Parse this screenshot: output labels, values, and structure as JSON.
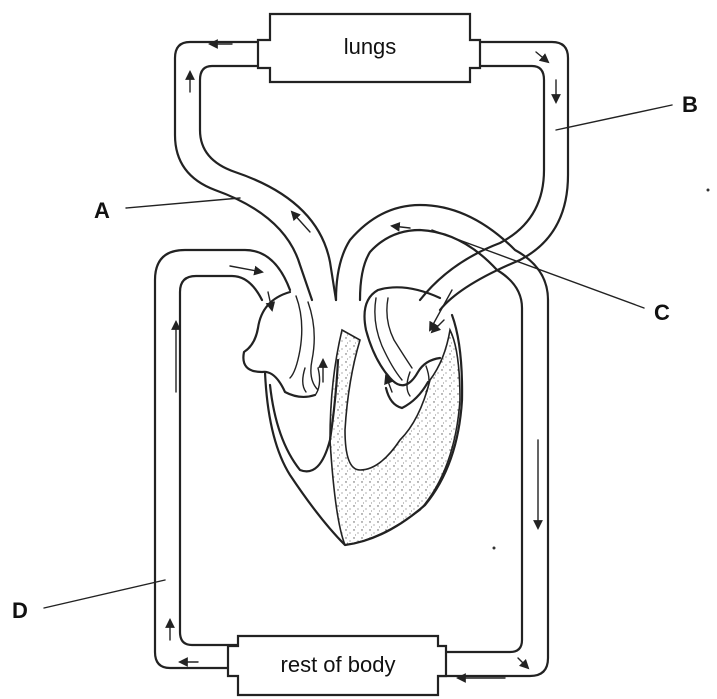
{
  "organs": {
    "lungs": "lungs",
    "rest_of_body": "rest of body"
  },
  "labels": {
    "a": "A",
    "b": "B",
    "c": "C",
    "d": "D"
  }
}
